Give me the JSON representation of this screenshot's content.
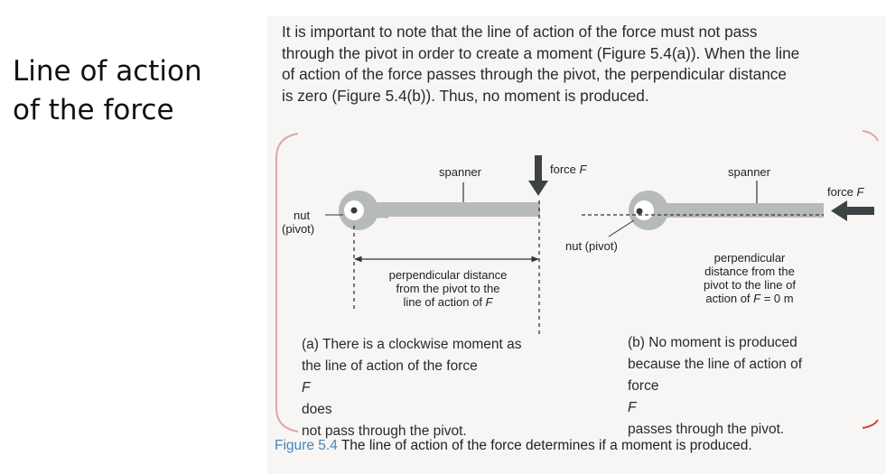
{
  "slide": {
    "title_lines": [
      "Line of action",
      "of the force"
    ]
  },
  "intro": {
    "lines": [
      "It is important to note that the line of action of the force must not pass",
      "through the pivot in order to create a moment (Figure 5.4(a)). When the line",
      "of action of the force passes through the pivot, the perpendicular distance",
      "is zero (Figure 5.4(b)). Thus, no moment is produced."
    ]
  },
  "figure": {
    "panel_a": {
      "spanner_label": "spanner",
      "force_label_prefix": "force ",
      "force_symbol": "F",
      "nut_label_line1": "nut",
      "nut_label_line2": "(pivot)",
      "distance_lines": [
        "perpendicular distance",
        "from the pivot to the"
      ],
      "distance_last_prefix": "line of action of ",
      "distance_last_symbol": "F",
      "caption_line1": "(a) There is a clockwise moment as",
      "caption_line2_prefix": "the line of action of the force ",
      "caption_line2_symbol": "F",
      "caption_line2_suffix": " does",
      "caption_line3": "not pass through the pivot."
    },
    "panel_b": {
      "spanner_label": "spanner",
      "force_label_prefix": "force ",
      "force_symbol": "F",
      "nut_label": "nut (pivot)",
      "distance_lines": [
        "perpendicular",
        "distance from the",
        "pivot to the line of"
      ],
      "distance_last_prefix": "action of ",
      "distance_last_symbol": "F",
      "distance_last_suffix": " = 0 m",
      "caption_line1": "(b) No moment is produced",
      "caption_line2": "because the line of action of",
      "caption_line3_prefix": "force ",
      "caption_line3_symbol": "F",
      "caption_line3_suffix": " passes through the pivot."
    },
    "caption_number": "Figure 5.4",
    "caption_text": " The line of action of the force determines if a moment is produced."
  },
  "colors": {
    "spanner": "#b7bbb8",
    "arrow": "#3d4244",
    "frame": "#d9a8a8",
    "caption_accent": "#3f86c2"
  }
}
